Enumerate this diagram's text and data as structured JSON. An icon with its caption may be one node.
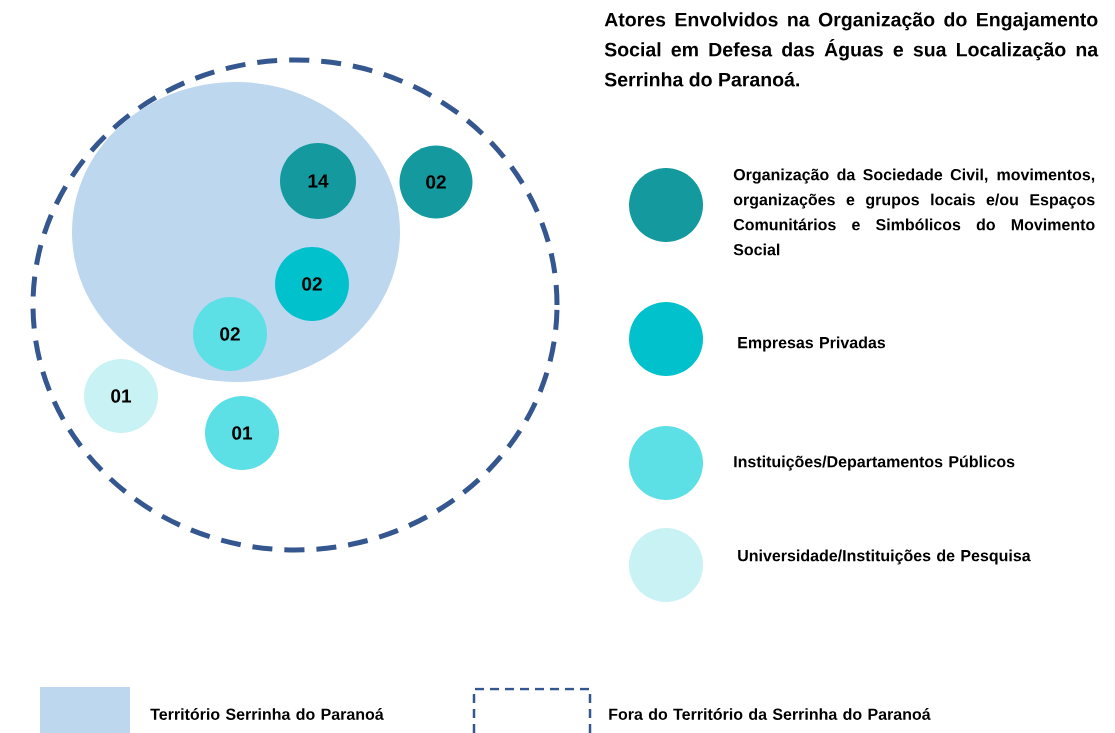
{
  "diagram": {
    "title": "Atores Envolvidos na Organização do Engajamento Social em Defesa das Águas e sua Localização na Serrinha do Paranoá.",
    "nodes": [
      {
        "text": [],
        "shape": "circle"
      },
      {
        "text": [],
        "shape": "circle",
        "in": 0
      },
      {
        "text": [
          "14"
        ],
        "in": 1
      },
      {
        "text": [
          "02"
        ],
        "in": 0
      },
      {
        "text": [
          "02"
        ],
        "in": 1
      },
      {
        "text": [
          "02"
        ],
        "in": 1
      },
      {
        "text": [
          "01"
        ],
        "in": 0
      },
      {
        "text": [
          "01"
        ],
        "in": 0
      }
    ],
    "legend": [
      {
        "text": "Organização da Sociedade Civil, movimentos, organizações e grupos locais e/ou Espaços Comunitários e Simbólicos do Movimento Social",
        "color": "#13999e"
      },
      {
        "text": "Empresas Privadas",
        "color": "#00c1cc"
      },
      {
        "text": "Instituições/Departamentos Públicos",
        "color": "#5ddfe6"
      },
      {
        "text": "Universidade/Instituições de Pesquisa",
        "color": "#c8f2f4"
      },
      {
        "text": "Território Serrinha do Paranoá",
        "color": "#bdd7ee"
      },
      {
        "text": "Fora do Território da Serrinha do Paranoá"
      }
    ]
  }
}
